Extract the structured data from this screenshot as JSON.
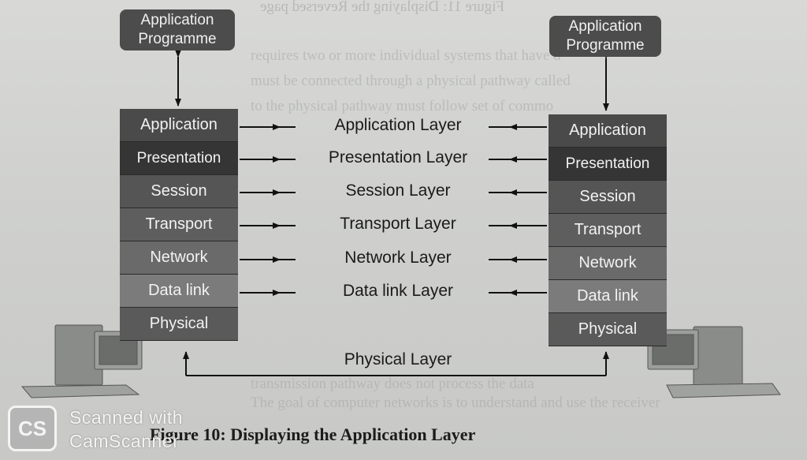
{
  "caption": "Figure 10: Displaying the Application Layer",
  "left_app": "Application Programme",
  "right_app": "Application Programme",
  "layers": [
    "Application",
    "Presentation",
    "Session",
    "Transport",
    "Network",
    "Data link",
    "Physical"
  ],
  "peer_labels": [
    "Application Layer",
    "Presentation Layer",
    "Session Layer",
    "Transport Layer",
    "Network Layer",
    "Data link Layer"
  ],
  "physical_link": "Physical Layer",
  "watermark": {
    "logo": "CS",
    "line1": "Scanned with",
    "line2": "CamScanner"
  },
  "layer_colors": [
    "#4a4a4a",
    "#353535",
    "#555555",
    "#5e5e5e",
    "#6a6a6a",
    "#7b7b7b",
    "#5a5a5a"
  ]
}
